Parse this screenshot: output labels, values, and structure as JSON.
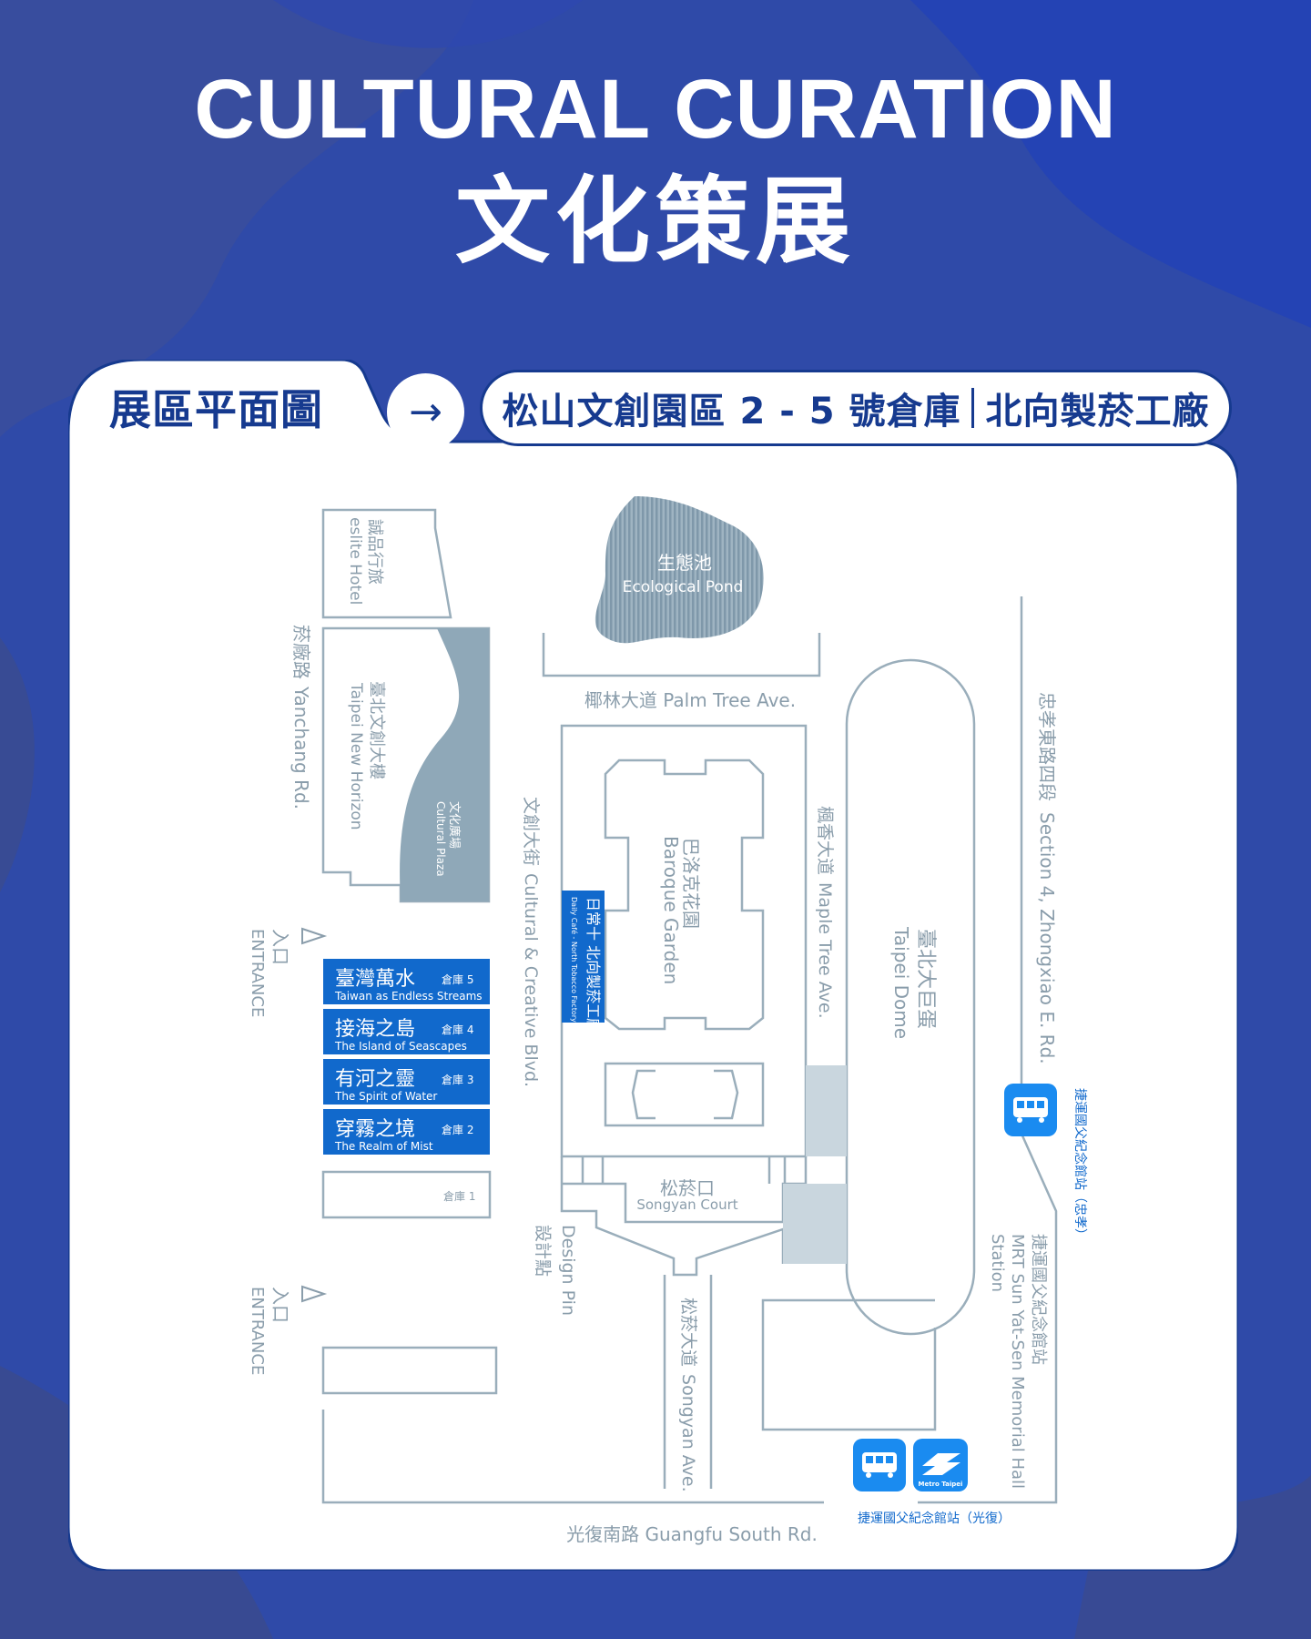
{
  "colors": {
    "background": "#2f4aa8",
    "navy": "#163a8f",
    "map_line": "#9aaebb",
    "map_fill": "#8fa8b8",
    "map_text": "#8a9dab",
    "warehouse_blue": "#1169cc",
    "white": "#ffffff"
  },
  "title": {
    "en": "CULTURAL CURATION",
    "zh": "文化策展"
  },
  "header": {
    "label": "展區平面圖",
    "arrow_icon": "right-arrow-icon",
    "location_part1": "松山文創園區 2 - 5 號倉庫",
    "location_part2": "北向製菸工廠"
  },
  "map": {
    "eslite_zh": "誠品行旅",
    "eslite_en": "eslite Hotel",
    "yanchang_zh": "菸廠路",
    "yanchang_en": "Yanchang Rd.",
    "horizon_zh": "臺北文創大樓",
    "horizon_en": "Taipei New Horizon",
    "plaza_zh": "文化廣場",
    "plaza_en": "Cultural Plaza",
    "pond_zh": "生態池",
    "pond_en": "Ecological Pond",
    "palm_ave": "椰林大道 Palm Tree Ave.",
    "cc_blvd_zh": "文創大街",
    "cc_blvd_en": "Cultural & Creative Blvd.",
    "baroque_zh": "巴洛克花園",
    "baroque_en": "Baroque Garden",
    "daily_zh": "日常十 北向製菸工廠",
    "daily_en": "Daily Café - North Tobacco Factory",
    "maple_zh": "楓香大道",
    "maple_en": "Maple Tree Ave.",
    "dome_zh": "臺北大巨蛋",
    "dome_en": "Taipei Dome",
    "zhongxiao_zh": "忠孝東路四段",
    "zhongxiao_en": "Section 4, Zhongxiao E. Rd.",
    "mrt_zx": "捷運國父紀念館站（忠孝）",
    "court_zh": "松菸口",
    "court_en": "Songyan Court",
    "design_zh": "設計點",
    "design_en": "Design Pin",
    "songyan_ave_zh": "松菸大道",
    "songyan_ave_en": "Songyan Ave.",
    "mrt_station_zh": "捷運國父紀念館站",
    "mrt_station_en1": "MRT Sun Yat-Sen Memorial Hall",
    "mrt_station_en2": "Station",
    "mrt_gf": "捷運國父紀念館站（光復）",
    "metro_logo_text": "Metro Taipei",
    "guangfu_rd": "光復南路 Guangfu South Rd.",
    "entrance_zh": "入口",
    "entrance_en": "ENTRANCE",
    "warehouses": [
      {
        "zh": "臺灣萬水",
        "en": "Taiwan as Endless Streams",
        "no": "倉庫 5"
      },
      {
        "zh": "接海之島",
        "en": "The Island of Seascapes",
        "no": "倉庫 4"
      },
      {
        "zh": "有河之靈",
        "en": "The Spirit of Water",
        "no": "倉庫 3"
      },
      {
        "zh": "穿霧之境",
        "en": "The Realm of Mist",
        "no": "倉庫 2"
      }
    ],
    "warehouse1": "倉庫 1"
  }
}
